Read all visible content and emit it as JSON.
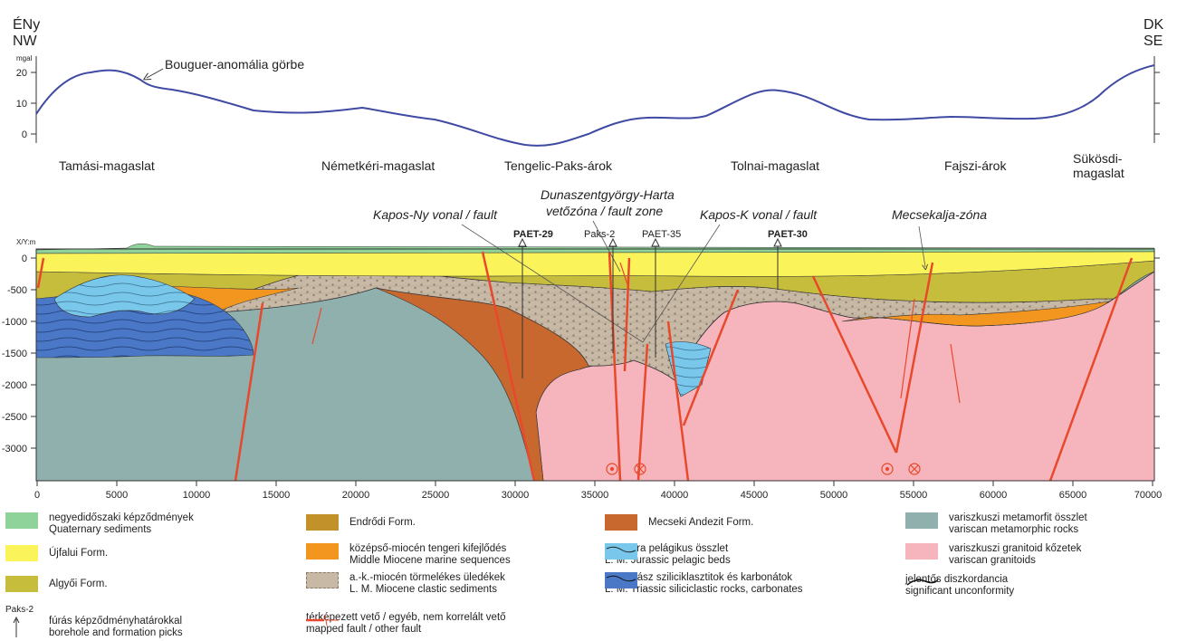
{
  "corner": {
    "left_hu": "ÉNy",
    "left_en": "NW",
    "right_hu": "DK",
    "right_en": "SE"
  },
  "gravity": {
    "unit": "mgal",
    "ticks": [
      "20",
      "10",
      "0"
    ],
    "curve_label": "Bouguer-anomália görbe"
  },
  "regions": [
    "Tamási-magaslat",
    "Németkéri-magaslat",
    "Tengelic-Paks-árok",
    "Tolnai-magaslat",
    "Fajszi-árok",
    "Sükösdi-",
    "magaslat"
  ],
  "faults": {
    "kapos_ny": "Kapos-Ny vonal / fault",
    "dunasz_1": "Dunaszentgyörgy-Harta",
    "dunasz_2": "vetőzóna / fault zone",
    "kapos_k": "Kapos-K vonal / fault",
    "mecsekalja": "Mecsekalja-zóna"
  },
  "boreholes": [
    "PAET-29",
    "Paks-2",
    "PAET-35",
    "PAET-30"
  ],
  "section": {
    "y_unit": "X/Y:m",
    "y_ticks": [
      "0",
      "-500",
      "-1000",
      "-1500",
      "-2000",
      "-2500",
      "-3000"
    ],
    "x_ticks": [
      "0",
      "5000",
      "10000",
      "15000",
      "20000",
      "25000",
      "30000",
      "35000",
      "40000",
      "45000",
      "50000",
      "55000",
      "60000",
      "65000",
      "70000"
    ]
  },
  "legend": {
    "quaternary": [
      "negyedidőszaki képződmények",
      "Quaternary sediments"
    ],
    "ujfalui": [
      "Újfalui Form."
    ],
    "algyoi": [
      "Algyői Form."
    ],
    "borehole": [
      "Paks-2",
      "fúrás képződményhatárokkal",
      "borehole and formation picks"
    ],
    "endrodi": [
      "Endrődi Form."
    ],
    "middle_miocene": [
      "középső-miocén tengeri kifejlődés",
      "Middle Miocene marine sequences"
    ],
    "clastic": [
      "a.-k.-miocén törmelékes üledékek",
      "L. M. Miocene clastic sediments"
    ],
    "fault": [
      "térképezett vető / egyéb, nem korrelált vető",
      "mapped fault / other fault"
    ],
    "andesite": [
      "Mecseki Andezit Form."
    ],
    "jurassic": [
      "a.-k.-jura pelágikus összlet",
      "L. M. Jurassic pelagic beds"
    ],
    "triassic": [
      "a.-k.-triász sziliciklasztitok és karbonátok",
      "L. M. Triassic siliciclastic rocks, carbonates"
    ],
    "metamorphic": [
      "variszkuszi metamorfit összlet",
      "variscan metamorphic rocks"
    ],
    "granitoid": [
      "variszkuszi granitoid kőzetek",
      "variscan granitoids"
    ],
    "unconformity": [
      "jelentős diszkordancia",
      "significant unconformity"
    ]
  },
  "colors": {
    "quaternary": "#8fd39a",
    "ujfalui": "#fbf35a",
    "algyoi": "#c7bd3c",
    "endrodi": "#c2912a",
    "middle_miocene": "#f2961f",
    "clastic": "#c8b9a6",
    "andesite": "#c8682f",
    "jurassic": "#79c8ec",
    "triassic": "#4a78c6",
    "metamorphic": "#8fb0ad",
    "granitoid": "#f6b4bc",
    "fault": "#e8492c",
    "curve": "#3f4aa3"
  }
}
